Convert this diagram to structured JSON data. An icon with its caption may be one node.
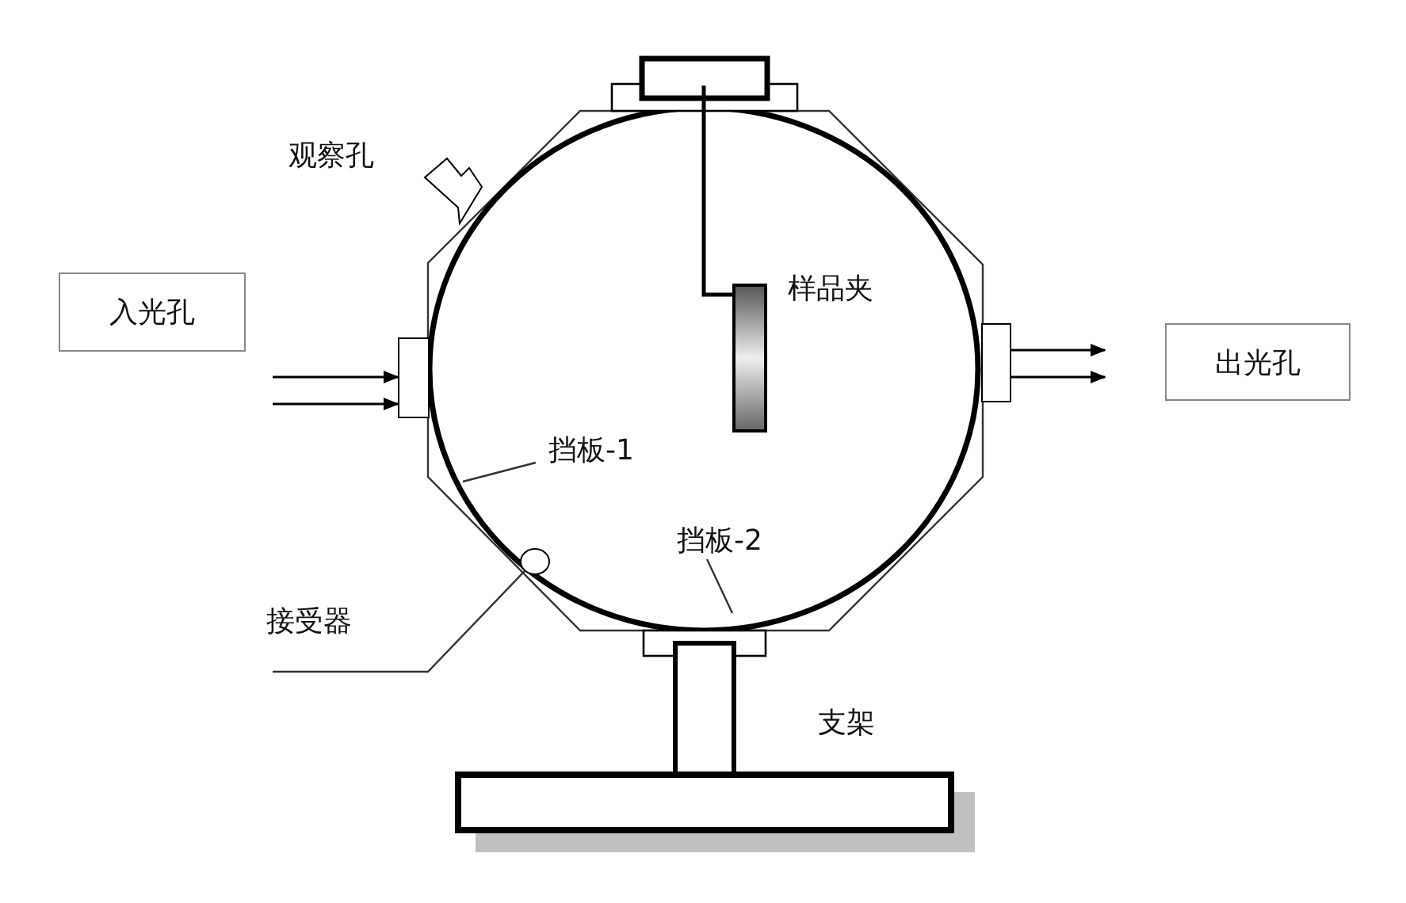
{
  "diagram": {
    "nodes": [
      {
        "text": [
          "入光孔"
        ]
      },
      {
        "text": [],
        "shape": "box"
      },
      {
        "text": [],
        "shape": "box"
      },
      {
        "text": [
          "出光孔"
        ]
      },
      {
        "text": [
          "挡板-1"
        ]
      },
      {
        "text": [
          "挡板-2"
        ]
      },
      {
        "text": [],
        "shape": "circle"
      },
      {
        "text": [
          "接受器"
        ]
      }
    ],
    "edges": [
      {
        "from": null,
        "to": 1,
        "arrow": "to"
      },
      {
        "from": null,
        "to": 1,
        "arrow": "to"
      },
      {
        "from": 2,
        "to": null,
        "arrow": "to"
      },
      {
        "from": 2,
        "to": null,
        "arrow": "to"
      },
      {
        "from": 4,
        "to": null,
        "arrow": "none"
      },
      {
        "from": 5,
        "to": null,
        "arrow": "none"
      },
      {
        "from": 7,
        "to": 6,
        "arrow": "none"
      }
    ],
    "labels": [
      "观察孔",
      "样品夹",
      "支架"
    ]
  }
}
